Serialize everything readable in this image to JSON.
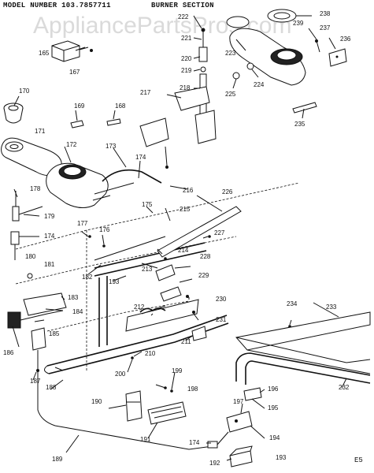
{
  "header": {
    "model_line": "MODEL NUMBER 103.7857711",
    "section_title": "BURNER SECTION",
    "watermark": "AppliancePartsPros.com",
    "page_code": "E5"
  },
  "colors": {
    "ink": "#111111",
    "paper": "#ffffff",
    "watermark": "#969696"
  },
  "parts": {
    "p165": "165",
    "p167": "167",
    "p168": "168",
    "p169": "169",
    "p170": "170",
    "p171": "171",
    "p172": "172",
    "p173": "173",
    "p174a": "174",
    "p174b": "174",
    "p174c": "174",
    "p175": "175",
    "p176": "176",
    "p177": "177",
    "p178": "178",
    "p179": "179",
    "p180": "180",
    "p181": "181",
    "p182": "182",
    "p183": "183",
    "p184": "184",
    "p185": "185",
    "p186": "186",
    "p187": "187",
    "p188": "188",
    "p189": "189",
    "p190": "190",
    "p191": "191",
    "p192": "192",
    "p193a": "193",
    "p193b": "193",
    "p194": "194",
    "p195": "195",
    "p196": "196",
    "p197": "197",
    "p198": "198",
    "p199": "199",
    "p200": "200",
    "p210": "210",
    "p211": "211",
    "p212": "212",
    "p213": "213",
    "p214": "214",
    "p215": "215",
    "p216": "216",
    "p217": "217",
    "p218": "218",
    "p219": "219",
    "p220": "220",
    "p221": "221",
    "p222": "222",
    "p223": "223",
    "p224": "224",
    "p225": "225",
    "p226": "226",
    "p227": "227",
    "p228": "228",
    "p229": "229",
    "p230": "230",
    "p231": "231",
    "p232": "232",
    "p233": "233",
    "p234": "234",
    "p235": "235",
    "p236": "236",
    "p237": "237",
    "p238": "238",
    "p239": "239"
  }
}
